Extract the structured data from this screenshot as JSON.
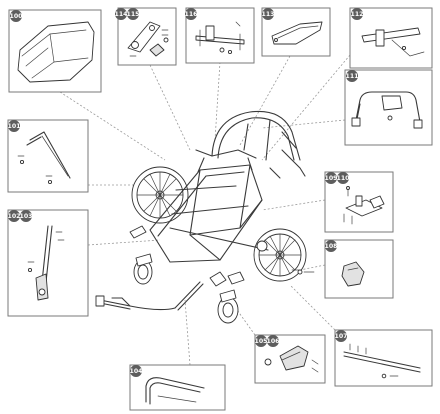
{
  "callouts": [
    "100",
    "114",
    "115",
    "116",
    "113",
    "112",
    "111",
    "101",
    "109",
    "110",
    "102",
    "103",
    "108",
    "104",
    "105",
    "106",
    "107"
  ],
  "colors": {
    "badge": "#5d5d5d",
    "line": "#333333",
    "panel_border": "#7a7a7a",
    "fill_grey": "#e2e2e2"
  }
}
